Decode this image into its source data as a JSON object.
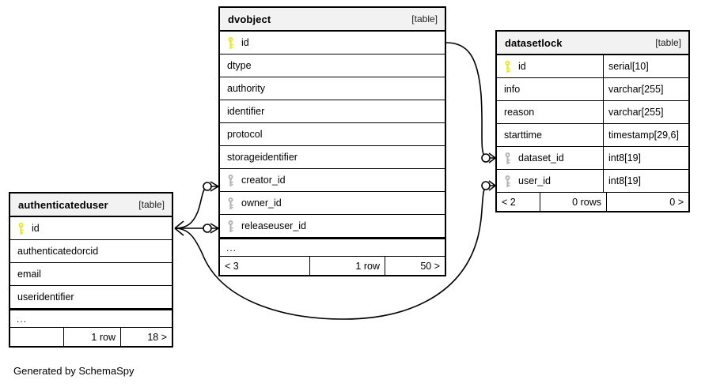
{
  "diagram": {
    "caption": "Generated by SchemaSpy",
    "table_tag": "[table]",
    "ellipsis": "...",
    "colors": {
      "primary_key": "#e8e81e",
      "foreign_key": "#b4b4b4",
      "header_bg": "#f2f2f2",
      "border": "#000000",
      "background": "#ffffff"
    }
  },
  "tables": {
    "dvobject": {
      "name": "dvobject",
      "tag": "[table]",
      "columns": [
        {
          "name": "id",
          "key": "primary",
          "type": ""
        },
        {
          "name": "dtype",
          "key": "none",
          "type": ""
        },
        {
          "name": "authority",
          "key": "none",
          "type": ""
        },
        {
          "name": "identifier",
          "key": "none",
          "type": ""
        },
        {
          "name": "protocol",
          "key": "none",
          "type": ""
        },
        {
          "name": "storageidentifier",
          "key": "none",
          "type": ""
        },
        {
          "name": "creator_id",
          "key": "foreign",
          "type": ""
        },
        {
          "name": "owner_id",
          "key": "foreign",
          "type": ""
        },
        {
          "name": "releaseuser_id",
          "key": "foreign",
          "type": ""
        }
      ],
      "more_indicator": "...",
      "footer": {
        "left": "< 3",
        "mid": "1 row",
        "right": "50 >"
      }
    },
    "datasetlock": {
      "name": "datasetlock",
      "tag": "[table]",
      "columns": [
        {
          "name": "id",
          "key": "primary",
          "type": "serial[10]"
        },
        {
          "name": "info",
          "key": "none",
          "type": "varchar[255]"
        },
        {
          "name": "reason",
          "key": "none",
          "type": "varchar[255]"
        },
        {
          "name": "starttime",
          "key": "none",
          "type": "timestamp[29,6]"
        },
        {
          "name": "dataset_id",
          "key": "foreign",
          "type": "int8[19]"
        },
        {
          "name": "user_id",
          "key": "foreign",
          "type": "int8[19]"
        }
      ],
      "more_indicator": "",
      "footer": {
        "left": "< 2",
        "mid": "0 rows",
        "right": "0 >"
      }
    },
    "authenticateduser": {
      "name": "authenticateduser",
      "tag": "[table]",
      "columns": [
        {
          "name": "id",
          "key": "primary",
          "type": ""
        },
        {
          "name": "authenticatedorcid",
          "key": "none",
          "type": ""
        },
        {
          "name": "email",
          "key": "none",
          "type": ""
        },
        {
          "name": "useridentifier",
          "key": "none",
          "type": ""
        }
      ],
      "more_indicator": "...",
      "footer": {
        "left": "",
        "mid": "1 row",
        "right": "18 >"
      }
    }
  },
  "relationships": [
    {
      "from_table": "dvobject",
      "from_column": "id",
      "to_table": "datasetlock",
      "to_column": "dataset_id"
    },
    {
      "from_table": "authenticateduser",
      "from_column": "id",
      "to_table": "datasetlock",
      "to_column": "user_id"
    },
    {
      "from_table": "authenticateduser",
      "from_column": "id",
      "to_table": "dvobject",
      "to_column": "creator_id"
    },
    {
      "from_table": "authenticateduser",
      "from_column": "id",
      "to_table": "dvobject",
      "to_column": "releaseuser_id"
    }
  ]
}
